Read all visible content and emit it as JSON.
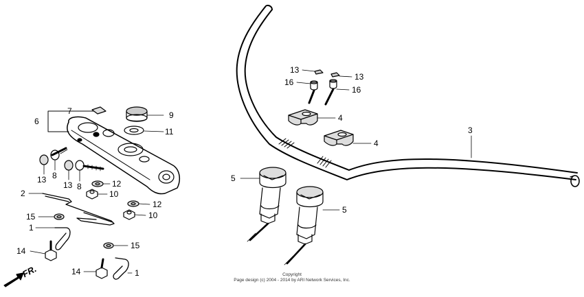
{
  "diagram": {
    "callouts": [
      {
        "id": "c7",
        "label": "7"
      },
      {
        "id": "c6",
        "label": "6"
      },
      {
        "id": "c9",
        "label": "9"
      },
      {
        "id": "c11",
        "label": "11"
      },
      {
        "id": "c13a",
        "label": "13"
      },
      {
        "id": "c8a",
        "label": "8"
      },
      {
        "id": "c13b",
        "label": "13"
      },
      {
        "id": "c8b",
        "label": "8"
      },
      {
        "id": "c12a",
        "label": "12"
      },
      {
        "id": "c10a",
        "label": "10"
      },
      {
        "id": "c2",
        "label": "2"
      },
      {
        "id": "c12b",
        "label": "12"
      },
      {
        "id": "c15a",
        "label": "15"
      },
      {
        "id": "c10b",
        "label": "10"
      },
      {
        "id": "c1a",
        "label": "1"
      },
      {
        "id": "c14a",
        "label": "14"
      },
      {
        "id": "c15b",
        "label": "15"
      },
      {
        "id": "c14b",
        "label": "14"
      },
      {
        "id": "c1b",
        "label": "1"
      },
      {
        "id": "c13c",
        "label": "13"
      },
      {
        "id": "c13d",
        "label": "13"
      },
      {
        "id": "c16a",
        "label": "16"
      },
      {
        "id": "c16b",
        "label": "16"
      },
      {
        "id": "c4a",
        "label": "4"
      },
      {
        "id": "c4b",
        "label": "4"
      },
      {
        "id": "c3",
        "label": "3"
      },
      {
        "id": "c5a",
        "label": "5"
      },
      {
        "id": "c5b",
        "label": "5"
      }
    ],
    "direction_label": "FR.",
    "copyright_line1": "Copyright",
    "copyright_line2": "Page design (c) 2004 - 2014 by ARI Network Services, Inc."
  }
}
